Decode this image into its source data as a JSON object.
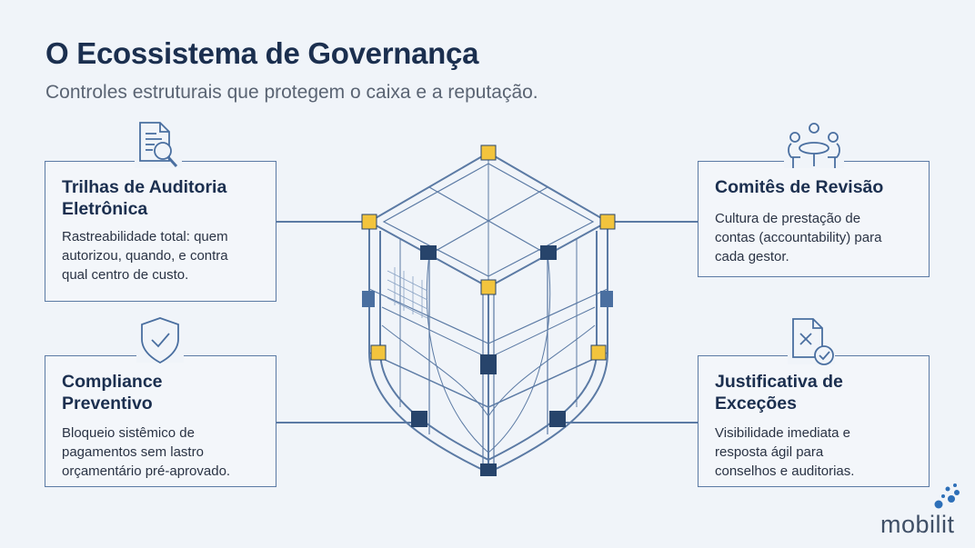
{
  "header": {
    "title": "O Ecossistema de Governança",
    "subtitle": "Controles estruturais que protegem o caixa e a reputação."
  },
  "cards": [
    {
      "title": "Trilhas de Auditoria\nEletrônica",
      "body": "Rastreabilidade total: quem\nautorizou, quando, e contra\nqual centro de custo.",
      "icon": "document-search-icon"
    },
    {
      "title": "Compliance\nPreventivo",
      "body": "Bloqueio sistêmico de\npagamentos sem lastro\norçamentário pré-aprovado.",
      "icon": "shield-check-icon"
    },
    {
      "title": "Comitês de Revisão",
      "body": "Cultura de prestação de\ncontas (accountability) para\ncada gestor.",
      "icon": "meeting-table-icon"
    },
    {
      "title": "Justificativa de\nExceções",
      "body": "Visibilidade imediata e\nresposta ágil para\nconselhos e auditorias.",
      "icon": "document-exception-icon"
    }
  ],
  "center_graphic": "cube-shield-icon",
  "colors": {
    "accent_gold": "#f2c43d",
    "node_navy": "#27446b",
    "line_blue": "#5b7aa4"
  },
  "logo": {
    "text": "mobilit"
  }
}
